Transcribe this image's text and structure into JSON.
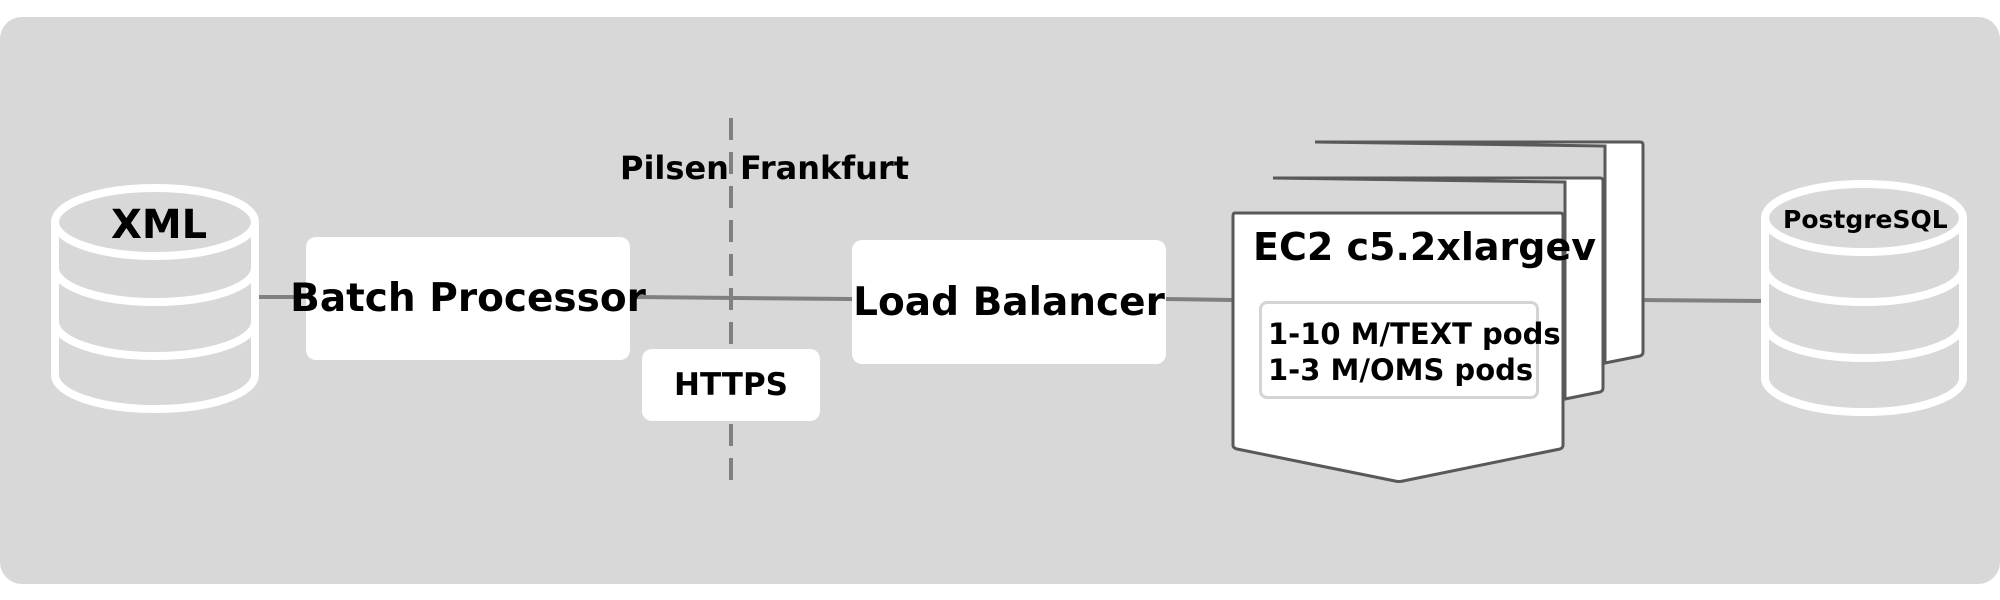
{
  "colors": {
    "panel": "#d8d8d8",
    "line": "#808080",
    "stroke": "#595959",
    "box": "#ffffff"
  },
  "icons": [
    "xml-database-icon",
    "postgresql-database-icon"
  ],
  "nodes": {
    "xml": "XML",
    "batch_processor": "Batch Processor",
    "load_balancer": "Load Balancer",
    "ec2": "EC2 c5.2xlargev",
    "postgresql": "PostgreSQL"
  },
  "regions": {
    "left": "Pilsen",
    "right": "Frankfurt"
  },
  "protocol": "HTTPS",
  "pods": [
    "1-10 M/TEXT pods",
    "1-3 M/OMS pods"
  ]
}
